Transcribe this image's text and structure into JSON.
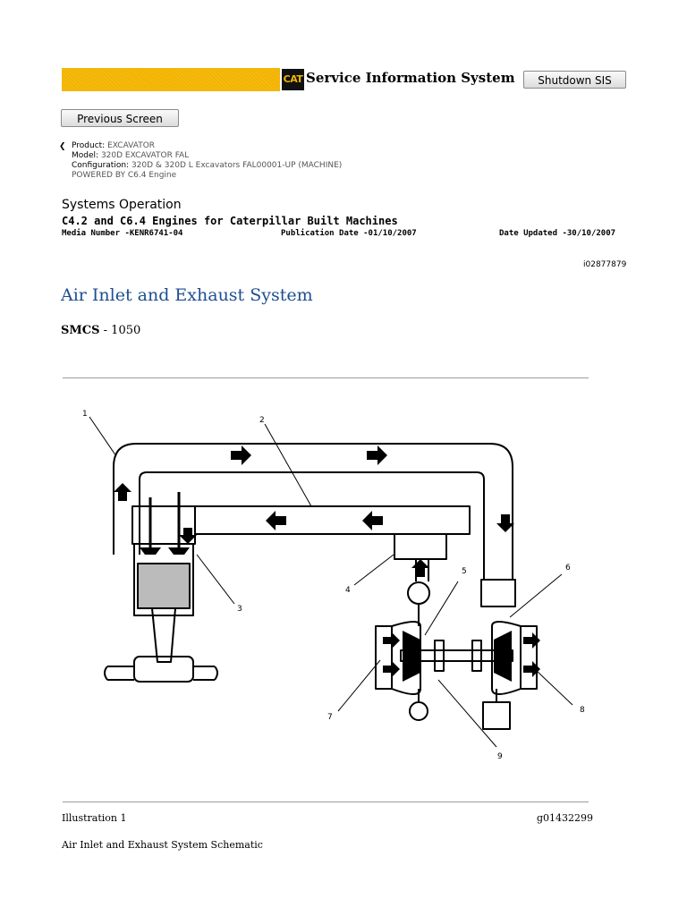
{
  "header": {
    "logo_text": "CAT",
    "title": "Service Information System",
    "shutdown_label": "Shutdown SIS",
    "brand_color": "#f3b400"
  },
  "nav": {
    "previous_label": "Previous Screen"
  },
  "product": {
    "product_label": "Product:",
    "product_value": "EXCAVATOR",
    "model_label": "Model:",
    "model_value": "320D EXCAVATOR FAL",
    "configuration_label": "Configuration:",
    "configuration_value": "320D & 320D L Excavators FAL00001-UP (MACHINE)",
    "powered_by": "POWERED BY C6.4 Engine"
  },
  "document": {
    "category": "Systems Operation",
    "title": "C4.2 and C6.4 Engines for Caterpillar Built Machines",
    "media_number": "Media Number -KENR6741-04",
    "publication_date": "Publication Date -01/10/2007",
    "date_updated": "Date Updated -30/10/2007",
    "doc_id": "i02877879"
  },
  "section": {
    "title": "Air Inlet and Exhaust System",
    "smcs_label": "SMCS",
    "smcs_value": " - 1050",
    "title_color": "#1d4f91"
  },
  "illustration": {
    "label": "Illustration 1",
    "id": "g01432299",
    "caption": "Air Inlet and Exhaust System Schematic",
    "callouts": [
      "1",
      "2",
      "3",
      "4",
      "5",
      "6",
      "7",
      "8",
      "9"
    ]
  }
}
